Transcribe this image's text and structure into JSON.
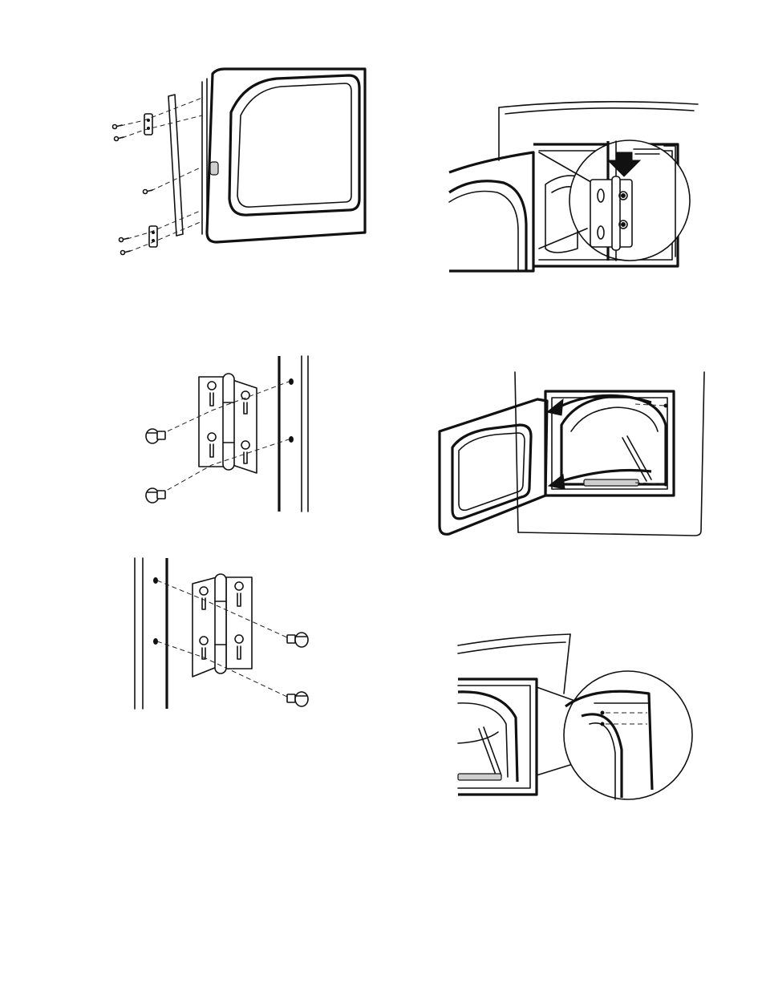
{
  "page": {
    "background": "#ffffff",
    "line_color": "#111111"
  },
  "figures": [
    {
      "id": "fig-door-trim-removal",
      "icon": "door-trim-exploded-icon"
    },
    {
      "id": "fig-hinge-lift-detail",
      "icon": "hinge-lift-detail-icon"
    },
    {
      "id": "fig-hinge-right-side",
      "icon": "hinge-screws-right-icon"
    },
    {
      "id": "fig-door-reversal",
      "icon": "door-swing-arrows-icon"
    },
    {
      "id": "fig-hinge-left-side",
      "icon": "hinge-screws-left-icon"
    },
    {
      "id": "fig-screw-holes-detail",
      "icon": "screw-holes-detail-icon"
    }
  ]
}
